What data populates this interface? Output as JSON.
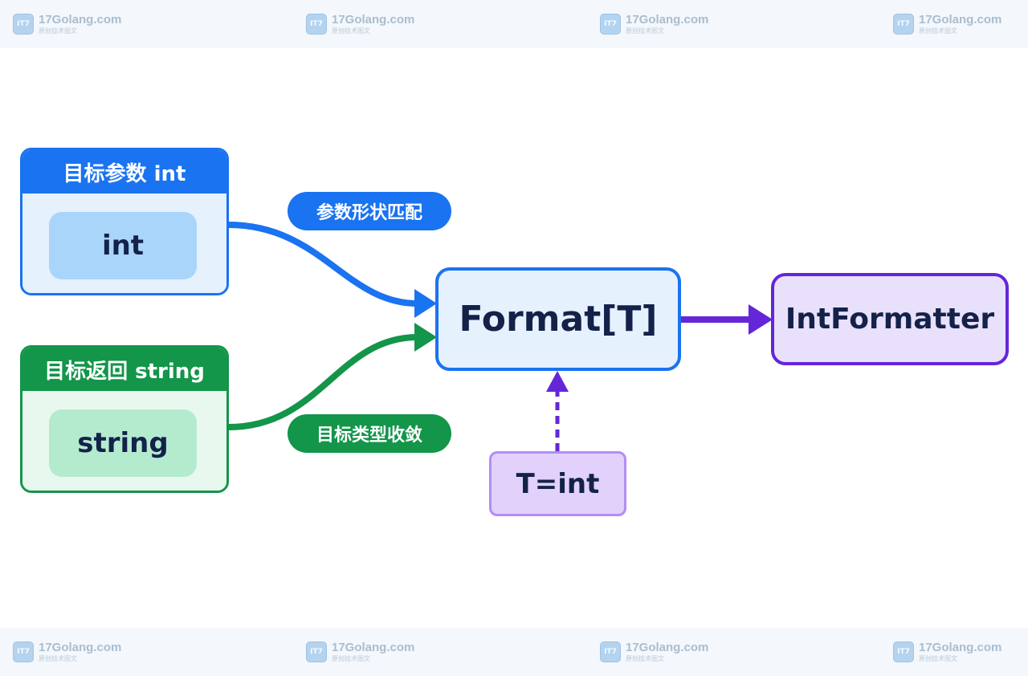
{
  "watermark": {
    "site": "17Golang.com",
    "subtitle": "原创技术图文",
    "logo_text": "IT7",
    "logo_color": "#7fb6e6"
  },
  "diagram": {
    "param_card": {
      "header": "目标参数 int",
      "value": "int",
      "color": "#1a73f0"
    },
    "return_card": {
      "header": "目标返回 string",
      "value": "string",
      "color": "#13954a"
    },
    "labels": {
      "param_edge": "参数形状匹配",
      "return_edge": "目标类型收敛"
    },
    "generic_node": {
      "label": "Format[T]",
      "color": "#1a73f0"
    },
    "result_node": {
      "label": "IntFormatter",
      "color": "#6426d8"
    },
    "binding_node": {
      "label": "T=int",
      "color": "#b38df5"
    }
  }
}
